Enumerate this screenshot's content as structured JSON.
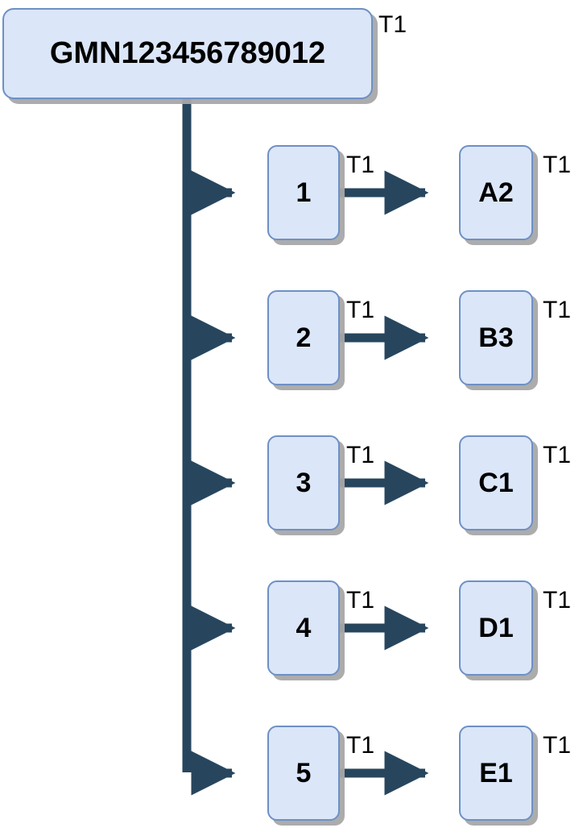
{
  "diagram": {
    "type": "tree-flow",
    "background_color": "#ffffff",
    "node_fill": "#dbe6f8",
    "node_border": "#6d90c5",
    "edge_color": "#27465e",
    "shadow_color": "#a8a8a8",
    "root": {
      "label": "GMN123456789012",
      "tag": "T1"
    },
    "branches": [
      {
        "mid_label": "1",
        "mid_tag": "T1",
        "leaf_label": "A2",
        "leaf_tag": "T1"
      },
      {
        "mid_label": "2",
        "mid_tag": "T1",
        "leaf_label": "B3",
        "leaf_tag": "T1"
      },
      {
        "mid_label": "3",
        "mid_tag": "T1",
        "leaf_label": "C1",
        "leaf_tag": "T1"
      },
      {
        "mid_label": "4",
        "mid_tag": "T1",
        "leaf_label": "D1",
        "leaf_tag": "T1"
      },
      {
        "mid_label": "5",
        "mid_tag": "T1",
        "leaf_label": "E1",
        "leaf_tag": "T1"
      }
    ]
  }
}
